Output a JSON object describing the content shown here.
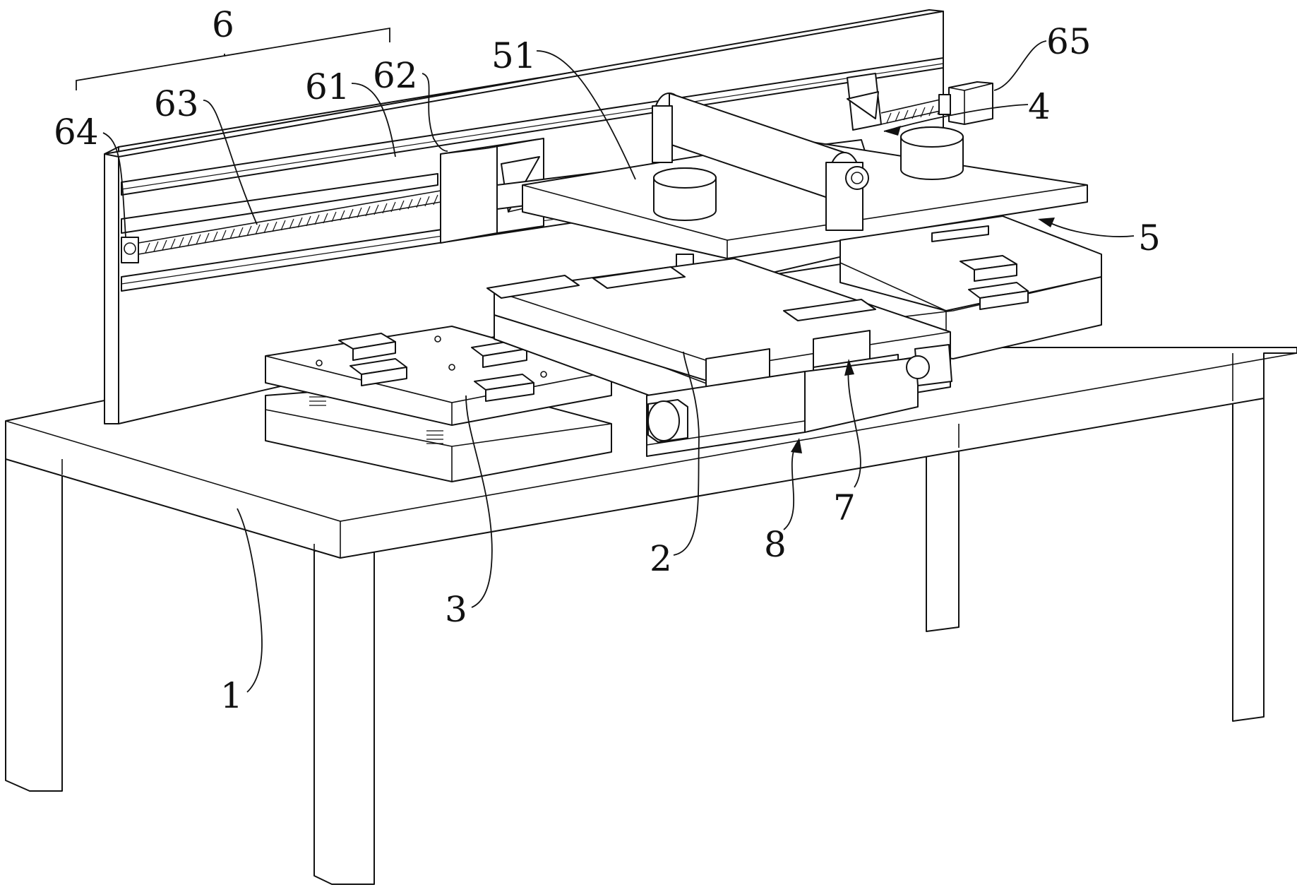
{
  "labels": {
    "l6": "6",
    "l62": "62",
    "l61": "61",
    "l63": "63",
    "l64": "64",
    "l51": "51",
    "l65": "65",
    "l4": "4",
    "l5": "5",
    "l7": "7",
    "l8": "8",
    "l2": "2",
    "l3": "3",
    "l1": "1"
  }
}
